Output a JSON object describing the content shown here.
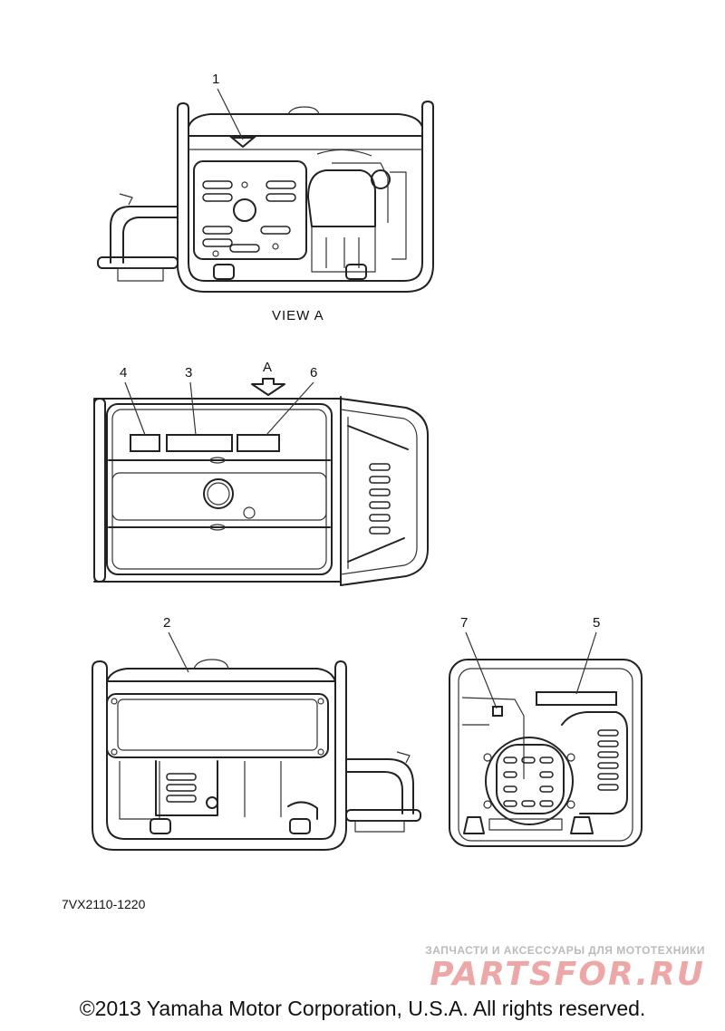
{
  "diagram": {
    "view_title": "VIEW A",
    "view_arrow_label": "A",
    "callouts": [
      "1",
      "2",
      "3",
      "4",
      "5",
      "6",
      "7"
    ]
  },
  "part_code": "7VX2110-1220",
  "watermark": {
    "tagline": "ЗАПЧАСТИ И АКСЕССУАРЫ ДЛЯ МОТОТЕХНИКИ",
    "brand": "PARTSFOR.RU"
  },
  "copyright": "©2013 Yamaha Motor Corporation, U.S.A. All rights reserved."
}
